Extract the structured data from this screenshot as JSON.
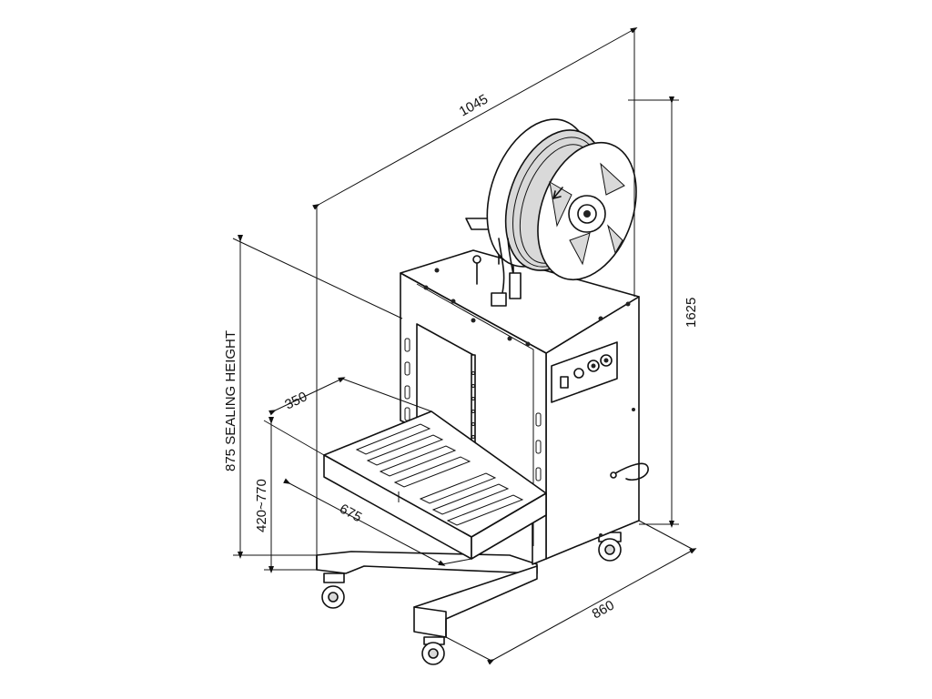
{
  "dimensions": {
    "overall_length": "1045",
    "overall_height": "1625",
    "sealing_height": "875 SEALING HEIGHT",
    "table_height_range": "420~770",
    "table_depth": "350",
    "table_width": "675",
    "base_width": "860"
  }
}
